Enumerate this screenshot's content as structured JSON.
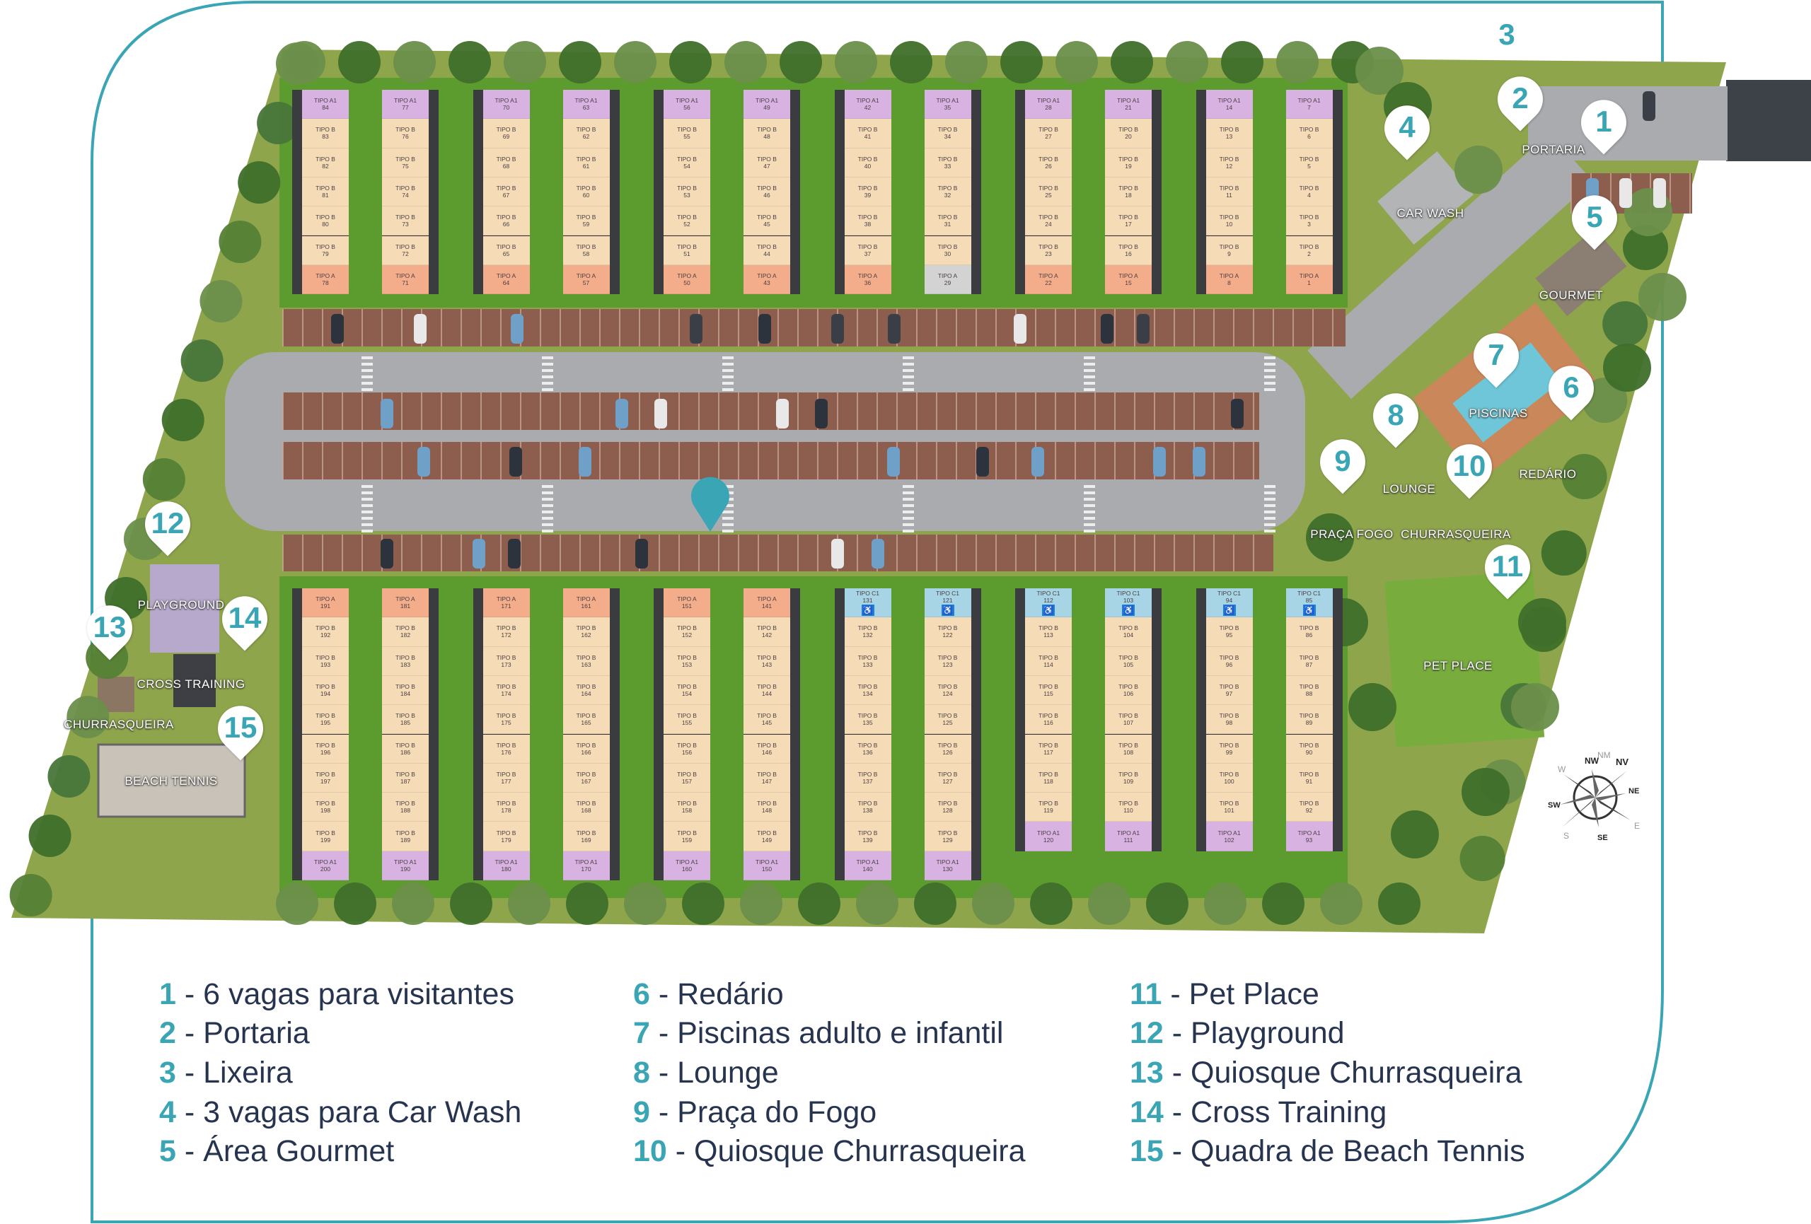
{
  "colors": {
    "accent": "#3aa5b5",
    "text": "#27344f",
    "TIPO A1": "#d8b3e2",
    "TIPO B": "#f5dcb6",
    "TIPO A": "#f4ad8b",
    "TIPO C1": "#a8d5e6"
  },
  "markers": [
    {
      "num": "1"
    },
    {
      "num": "2"
    },
    {
      "num": "3"
    },
    {
      "num": "4"
    },
    {
      "num": "5"
    },
    {
      "num": "6"
    },
    {
      "num": "7"
    },
    {
      "num": "8"
    },
    {
      "num": "9"
    },
    {
      "num": "10"
    },
    {
      "num": "11"
    },
    {
      "num": "12"
    },
    {
      "num": "13"
    },
    {
      "num": "14"
    },
    {
      "num": "15"
    }
  ],
  "map_labels": {
    "portaria": "PORTARIA",
    "car_wash": "CAR WASH",
    "gourmet": "GOURMET",
    "piscinas": "PISCINAS",
    "redario": "REDÁRIO",
    "lounge": "LOUNGE",
    "praca_fogo": "PRAÇA FOGO",
    "churrasqueira_1": "CHURRASQUEIRA",
    "pet_place": "PET PLACE",
    "playground": "PLAYGROUND",
    "cross_training": "CROSS TRAINING",
    "churrasqueira_2": "CHURRASQUEIRA",
    "beach_tennis": "BEACH TENNIS"
  },
  "compass": {
    "nm": "NM",
    "nw": "NW",
    "nv": "NV",
    "w": "W",
    "ne": "NE",
    "sw": "SW",
    "e": "E",
    "s": "S",
    "se": "SE"
  },
  "legend": [
    {
      "num": "1",
      "text": " - 6 vagas para visitantes"
    },
    {
      "num": "2",
      "text": " - Portaria"
    },
    {
      "num": "3",
      "text": " - Lixeira"
    },
    {
      "num": "4",
      "text": " - 3 vagas para Car Wash"
    },
    {
      "num": "5",
      "text": " - Área Gourmet"
    },
    {
      "num": "6",
      "text": " - Redário"
    },
    {
      "num": "7",
      "text": " - Piscinas adulto e infantil"
    },
    {
      "num": "8",
      "text": " - Lounge"
    },
    {
      "num": "9",
      "text": " - Praça do Fogo"
    },
    {
      "num": "10",
      "text": " - Quiosque Churrasqueira"
    },
    {
      "num": "11",
      "text": " - Pet Place"
    },
    {
      "num": "12",
      "text": " - Playground"
    },
    {
      "num": "13",
      "text": " - Quiosque Churrasqueira"
    },
    {
      "num": "14",
      "text": " - Cross Training"
    },
    {
      "num": "15",
      "text": " - Quadra de Beach Tennis"
    }
  ],
  "buildings_top": [
    {
      "units": [
        [
          "TIPO A1",
          "84"
        ],
        [
          "TIPO B",
          "83"
        ],
        [
          "TIPO B",
          "82"
        ],
        [
          "TIPO B",
          "81"
        ],
        [
          "TIPO B",
          "80"
        ],
        [
          "TIPO B",
          "79"
        ],
        [
          "TIPO A",
          "78"
        ]
      ]
    },
    {
      "units": [
        [
          "TIPO A1",
          "77"
        ],
        [
          "TIPO B",
          "76"
        ],
        [
          "TIPO B",
          "75"
        ],
        [
          "TIPO B",
          "74"
        ],
        [
          "TIPO B",
          "73"
        ],
        [
          "TIPO B",
          "72"
        ],
        [
          "TIPO A",
          "71"
        ]
      ]
    },
    {
      "units": [
        [
          "TIPO A1",
          "70"
        ],
        [
          "TIPO B",
          "69"
        ],
        [
          "TIPO B",
          "68"
        ],
        [
          "TIPO B",
          "67"
        ],
        [
          "TIPO B",
          "66"
        ],
        [
          "TIPO B",
          "65"
        ],
        [
          "TIPO A",
          "64"
        ]
      ]
    },
    {
      "units": [
        [
          "TIPO A1",
          "63"
        ],
        [
          "TIPO B",
          "62"
        ],
        [
          "TIPO B",
          "61"
        ],
        [
          "TIPO B",
          "60"
        ],
        [
          "TIPO B",
          "59"
        ],
        [
          "TIPO B",
          "58"
        ],
        [
          "TIPO A",
          "57"
        ]
      ]
    },
    {
      "units": [
        [
          "TIPO A1",
          "56"
        ],
        [
          "TIPO B",
          "55"
        ],
        [
          "TIPO B",
          "54"
        ],
        [
          "TIPO B",
          "53"
        ],
        [
          "TIPO B",
          "52"
        ],
        [
          "TIPO B",
          "51"
        ],
        [
          "TIPO A",
          "50"
        ]
      ]
    },
    {
      "units": [
        [
          "TIPO A1",
          "49"
        ],
        [
          "TIPO B",
          "48"
        ],
        [
          "TIPO B",
          "47"
        ],
        [
          "TIPO B",
          "46"
        ],
        [
          "TIPO B",
          "45"
        ],
        [
          "TIPO B",
          "44"
        ],
        [
          "TIPO A",
          "43"
        ]
      ]
    },
    {
      "units": [
        [
          "TIPO A1",
          "42"
        ],
        [
          "TIPO B",
          "41"
        ],
        [
          "TIPO B",
          "40"
        ],
        [
          "TIPO B",
          "39"
        ],
        [
          "TIPO B",
          "38"
        ],
        [
          "TIPO B",
          "37"
        ],
        [
          "TIPO A",
          "36"
        ]
      ]
    },
    {
      "units": [
        [
          "TIPO A1",
          "35"
        ],
        [
          "TIPO B",
          "34"
        ],
        [
          "TIPO B",
          "33"
        ],
        [
          "TIPO B",
          "32"
        ],
        [
          "TIPO B",
          "31"
        ],
        [
          "TIPO B",
          "30"
        ],
        [
          "TIPO A",
          "29",
          "#d3d3d3"
        ]
      ]
    },
    {
      "units": [
        [
          "TIPO A1",
          "28"
        ],
        [
          "TIPO B",
          "27"
        ],
        [
          "TIPO B",
          "26"
        ],
        [
          "TIPO B",
          "25"
        ],
        [
          "TIPO B",
          "24"
        ],
        [
          "TIPO B",
          "23"
        ],
        [
          "TIPO A",
          "22"
        ]
      ]
    },
    {
      "units": [
        [
          "TIPO A1",
          "21"
        ],
        [
          "TIPO B",
          "20"
        ],
        [
          "TIPO B",
          "19"
        ],
        [
          "TIPO B",
          "18"
        ],
        [
          "TIPO B",
          "17"
        ],
        [
          "TIPO B",
          "16"
        ],
        [
          "TIPO A",
          "15"
        ]
      ]
    },
    {
      "units": [
        [
          "TIPO A1",
          "14"
        ],
        [
          "TIPO B",
          "13"
        ],
        [
          "TIPO B",
          "12"
        ],
        [
          "TIPO B",
          "11"
        ],
        [
          "TIPO B",
          "10"
        ],
        [
          "TIPO B",
          "9"
        ],
        [
          "TIPO A",
          "8"
        ]
      ]
    },
    {
      "units": [
        [
          "TIPO A1",
          "7"
        ],
        [
          "TIPO B",
          "6"
        ],
        [
          "TIPO B",
          "5"
        ],
        [
          "TIPO B",
          "4"
        ],
        [
          "TIPO B",
          "3"
        ],
        [
          "TIPO B",
          "2"
        ],
        [
          "TIPO A",
          "1"
        ]
      ]
    }
  ],
  "buildings_bottom": [
    {
      "units": [
        [
          "TIPO A",
          "191"
        ],
        [
          "TIPO B",
          "192"
        ],
        [
          "TIPO B",
          "193"
        ],
        [
          "TIPO B",
          "194"
        ],
        [
          "TIPO B",
          "195"
        ],
        [
          "TIPO B",
          "196"
        ],
        [
          "TIPO B",
          "197"
        ],
        [
          "TIPO B",
          "198"
        ],
        [
          "TIPO B",
          "199"
        ],
        [
          "TIPO A1",
          "200"
        ]
      ]
    },
    {
      "units": [
        [
          "TIPO A",
          "181"
        ],
        [
          "TIPO B",
          "182"
        ],
        [
          "TIPO B",
          "183"
        ],
        [
          "TIPO B",
          "184"
        ],
        [
          "TIPO B",
          "185"
        ],
        [
          "TIPO B",
          "186"
        ],
        [
          "TIPO B",
          "187"
        ],
        [
          "TIPO B",
          "188"
        ],
        [
          "TIPO B",
          "189"
        ],
        [
          "TIPO A1",
          "190"
        ]
      ]
    },
    {
      "units": [
        [
          "TIPO A",
          "171"
        ],
        [
          "TIPO B",
          "172"
        ],
        [
          "TIPO B",
          "173"
        ],
        [
          "TIPO B",
          "174"
        ],
        [
          "TIPO B",
          "175"
        ],
        [
          "TIPO B",
          "176"
        ],
        [
          "TIPO B",
          "177"
        ],
        [
          "TIPO B",
          "178"
        ],
        [
          "TIPO B",
          "179"
        ],
        [
          "TIPO A1",
          "180"
        ]
      ]
    },
    {
      "units": [
        [
          "TIPO A",
          "161"
        ],
        [
          "TIPO B",
          "162"
        ],
        [
          "TIPO B",
          "163"
        ],
        [
          "TIPO B",
          "164"
        ],
        [
          "TIPO B",
          "165"
        ],
        [
          "TIPO B",
          "166"
        ],
        [
          "TIPO B",
          "167"
        ],
        [
          "TIPO B",
          "168"
        ],
        [
          "TIPO B",
          "169"
        ],
        [
          "TIPO A1",
          "170"
        ]
      ]
    },
    {
      "units": [
        [
          "TIPO A",
          "151"
        ],
        [
          "TIPO B",
          "152"
        ],
        [
          "TIPO B",
          "153"
        ],
        [
          "TIPO B",
          "154"
        ],
        [
          "TIPO B",
          "155"
        ],
        [
          "TIPO B",
          "156"
        ],
        [
          "TIPO B",
          "157"
        ],
        [
          "TIPO B",
          "158"
        ],
        [
          "TIPO B",
          "159"
        ],
        [
          "TIPO A1",
          "160"
        ]
      ]
    },
    {
      "units": [
        [
          "TIPO A",
          "141"
        ],
        [
          "TIPO B",
          "142"
        ],
        [
          "TIPO B",
          "143"
        ],
        [
          "TIPO B",
          "144"
        ],
        [
          "TIPO B",
          "145"
        ],
        [
          "TIPO B",
          "146"
        ],
        [
          "TIPO B",
          "147"
        ],
        [
          "TIPO B",
          "148"
        ],
        [
          "TIPO B",
          "149"
        ],
        [
          "TIPO A1",
          "150"
        ]
      ]
    },
    {
      "units": [
        [
          "TIPO C1",
          "131"
        ],
        [
          "TIPO B",
          "132"
        ],
        [
          "TIPO B",
          "133"
        ],
        [
          "TIPO B",
          "134"
        ],
        [
          "TIPO B",
          "135"
        ],
        [
          "TIPO B",
          "136"
        ],
        [
          "TIPO B",
          "137"
        ],
        [
          "TIPO B",
          "138"
        ],
        [
          "TIPO B",
          "139"
        ],
        [
          "TIPO A1",
          "140"
        ]
      ]
    },
    {
      "units": [
        [
          "TIPO C1",
          "121"
        ],
        [
          "TIPO B",
          "122"
        ],
        [
          "TIPO B",
          "123"
        ],
        [
          "TIPO B",
          "124"
        ],
        [
          "TIPO B",
          "125"
        ],
        [
          "TIPO B",
          "126"
        ],
        [
          "TIPO B",
          "127"
        ],
        [
          "TIPO B",
          "128"
        ],
        [
          "TIPO B",
          "129"
        ],
        [
          "TIPO A1",
          "130"
        ]
      ]
    },
    {
      "units": [
        [
          "TIPO C1",
          "112"
        ],
        [
          "TIPO B",
          "113"
        ],
        [
          "TIPO B",
          "114"
        ],
        [
          "TIPO B",
          "115"
        ],
        [
          "TIPO B",
          "116"
        ],
        [
          "TIPO B",
          "117"
        ],
        [
          "TIPO B",
          "118"
        ],
        [
          "TIPO B",
          "119"
        ],
        [
          "TIPO A1",
          "120"
        ]
      ]
    },
    {
      "units": [
        [
          "TIPO C1",
          "103"
        ],
        [
          "TIPO B",
          "104"
        ],
        [
          "TIPO B",
          "105"
        ],
        [
          "TIPO B",
          "106"
        ],
        [
          "TIPO B",
          "107"
        ],
        [
          "TIPO B",
          "108"
        ],
        [
          "TIPO B",
          "109"
        ],
        [
          "TIPO B",
          "110"
        ],
        [
          "TIPO A1",
          "111"
        ]
      ]
    },
    {
      "units": [
        [
          "TIPO C1",
          "94"
        ],
        [
          "TIPO B",
          "95"
        ],
        [
          "TIPO B",
          "96"
        ],
        [
          "TIPO B",
          "97"
        ],
        [
          "TIPO B",
          "98"
        ],
        [
          "TIPO B",
          "99"
        ],
        [
          "TIPO B",
          "100"
        ],
        [
          "TIPO B",
          "101"
        ],
        [
          "TIPO A1",
          "102"
        ]
      ]
    },
    {
      "units": [
        [
          "TIPO C1",
          "85"
        ],
        [
          "TIPO B",
          "86"
        ],
        [
          "TIPO B",
          "87"
        ],
        [
          "TIPO B",
          "88"
        ],
        [
          "TIPO B",
          "89"
        ],
        [
          "TIPO B",
          "90"
        ],
        [
          "TIPO B",
          "91"
        ],
        [
          "TIPO B",
          "92"
        ],
        [
          "TIPO A1",
          "93"
        ]
      ]
    }
  ]
}
